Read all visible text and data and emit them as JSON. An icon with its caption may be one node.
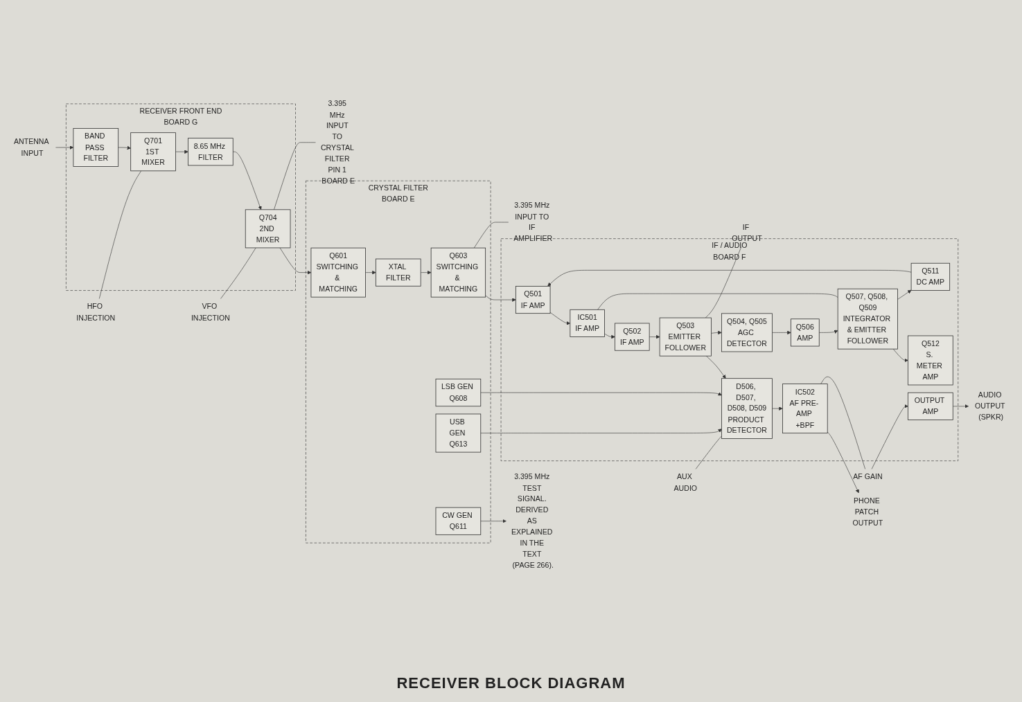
{
  "diagram": {
    "title": "RECEIVER BLOCK DIAGRAM",
    "nodes": [
      {
        "text": [
          "RECEIVER FRONT END",
          "BOARD G"
        ]
      },
      {
        "text": [
          "BAND PASS FILTER"
        ],
        "in": 0
      },
      {
        "text": [
          "Q701",
          "1ST MIXER"
        ],
        "in": 0
      },
      {
        "text": [
          "8.65 MHz FILTER"
        ],
        "in": 0
      },
      {
        "text": [
          "Q704",
          "2ND MIXER"
        ],
        "in": 0
      },
      {
        "text": [
          "CRYSTAL FILTER",
          "BOARD E"
        ]
      },
      {
        "text": [
          "Q601",
          "SWITCHING & MATCHING"
        ],
        "in": 5
      },
      {
        "text": [
          "XTAL FILTER"
        ],
        "in": 5
      },
      {
        "text": [
          "Q603",
          "SWITCHING & MATCHING"
        ],
        "in": 5
      },
      {
        "text": [
          "LSB GEN Q608"
        ],
        "in": 5
      },
      {
        "text": [
          "USB GEN Q613"
        ],
        "in": 5
      },
      {
        "text": [
          "CW GEN Q611"
        ],
        "in": 5
      },
      {
        "text": [
          "IF / AUDIO",
          "BOARD F"
        ]
      },
      {
        "text": [
          "Q512",
          "S. METER AMP"
        ],
        "in": 12
      },
      {
        "text": [
          "Q507, Q508, Q509",
          "INTEGRATOR & EMITTER FOLLOWER"
        ],
        "in": 12
      },
      {
        "text": [
          "Q506",
          "AMP"
        ],
        "in": 12
      },
      {
        "text": [
          "Q504, Q505",
          "AGC DETECTOR"
        ],
        "in": 12
      },
      {
        "text": [
          "Q511",
          "DC AMP"
        ],
        "in": 12
      },
      {
        "text": [
          "Q501",
          "IF AMP"
        ],
        "in": 12
      },
      {
        "text": [
          "IC501",
          "IF AMP"
        ],
        "in": 12
      },
      {
        "text": [
          "Q502",
          "IF AMP"
        ],
        "in": 12
      },
      {
        "text": [
          "Q503",
          "EMITTER FOLLOWER"
        ],
        "in": 12
      },
      {
        "text": [
          "D506, D507, D508, D509",
          "PRODUCT DETECTOR"
        ],
        "in": 12
      },
      {
        "text": [
          "IC502",
          "AF PRE- AMP +BPF"
        ],
        "in": 12
      },
      {
        "text": [
          "OUTPUT AMP"
        ],
        "in": 12
      },
      {
        "text": [
          "ANTENNA INPUT"
        ]
      },
      {
        "text": [
          "HFO INJECTION"
        ]
      },
      {
        "text": [
          "VFO INJECTION"
        ]
      },
      {
        "text": [
          "3.395 MHz INPUT TO CRYSTAL FILTER PIN 1 BOARD E"
        ]
      },
      {
        "text": [
          "3.395 MHz TEST SIGNAL. DERIVED AS EXPLAINED IN THE TEXT (PAGE 266)."
        ]
      },
      {
        "text": [
          "3.395 MHz INPUT TO IF AMPLIFIER"
        ]
      },
      {
        "text": [
          "IF OUTPUT"
        ]
      },
      {
        "text": [
          "AUX AUDIO"
        ]
      },
      {
        "text": [
          "PHONE PATCH OUTPUT"
        ]
      },
      {
        "text": [
          "AUDIO OUTPUT (SPKR)"
        ]
      },
      {
        "text": [
          "AF GAIN"
        ]
      }
    ],
    "edges": [
      {
        "from": 25,
        "to": 1,
        "arrow": "to"
      },
      {
        "from": 1,
        "to": 2,
        "arrow": "to"
      },
      {
        "from": 2,
        "to": 3,
        "arrow": "to"
      },
      {
        "from": 3,
        "to": 4,
        "arrow": "to"
      },
      {
        "from": 26,
        "to": 2,
        "arrow": "none"
      },
      {
        "from": 27,
        "to": 4,
        "arrow": "none"
      },
      {
        "from": 4,
        "to": 6,
        "arrow": "to"
      },
      {
        "from": 4,
        "to": 28,
        "arrow": "none"
      },
      {
        "from": 6,
        "to": 7,
        "arrow": "to"
      },
      {
        "from": 7,
        "to": 8,
        "arrow": "to"
      },
      {
        "from": 8,
        "to": 18,
        "arrow": "to"
      },
      {
        "from": 8,
        "to": 30,
        "arrow": "none"
      },
      {
        "from": 9,
        "to": 22,
        "arrow": "to"
      },
      {
        "from": 10,
        "to": 22,
        "arrow": "to"
      },
      {
        "from": 11,
        "to": 29,
        "arrow": "to"
      },
      {
        "from": 18,
        "to": 19,
        "arrow": "to"
      },
      {
        "from": 19,
        "to": 20,
        "arrow": "to"
      },
      {
        "from": 20,
        "to": 21,
        "arrow": "to"
      },
      {
        "from": 21,
        "to": 22,
        "arrow": "to"
      },
      {
        "from": 21,
        "to": 16,
        "arrow": "to"
      },
      {
        "from": 21,
        "to": 31,
        "arrow": "none"
      },
      {
        "from": 16,
        "to": 15,
        "arrow": "to"
      },
      {
        "from": 15,
        "to": 14,
        "arrow": "to"
      },
      {
        "from": 14,
        "to": 13,
        "arrow": "to"
      },
      {
        "from": 14,
        "to": 17,
        "arrow": "to"
      },
      {
        "from": 14,
        "to": 19,
        "arrow": "none"
      },
      {
        "from": 17,
        "to": 18,
        "arrow": "to"
      },
      {
        "from": 22,
        "to": 23,
        "arrow": "to"
      },
      {
        "from": 32,
        "to": 22,
        "arrow": "none"
      },
      {
        "from": 23,
        "to": 33,
        "arrow": "to"
      },
      {
        "from": 23,
        "to": 35,
        "arrow": "none"
      },
      {
        "from": 35,
        "to": 24,
        "arrow": "to"
      },
      {
        "from": 24,
        "to": 34,
        "arrow": "to"
      }
    ]
  }
}
